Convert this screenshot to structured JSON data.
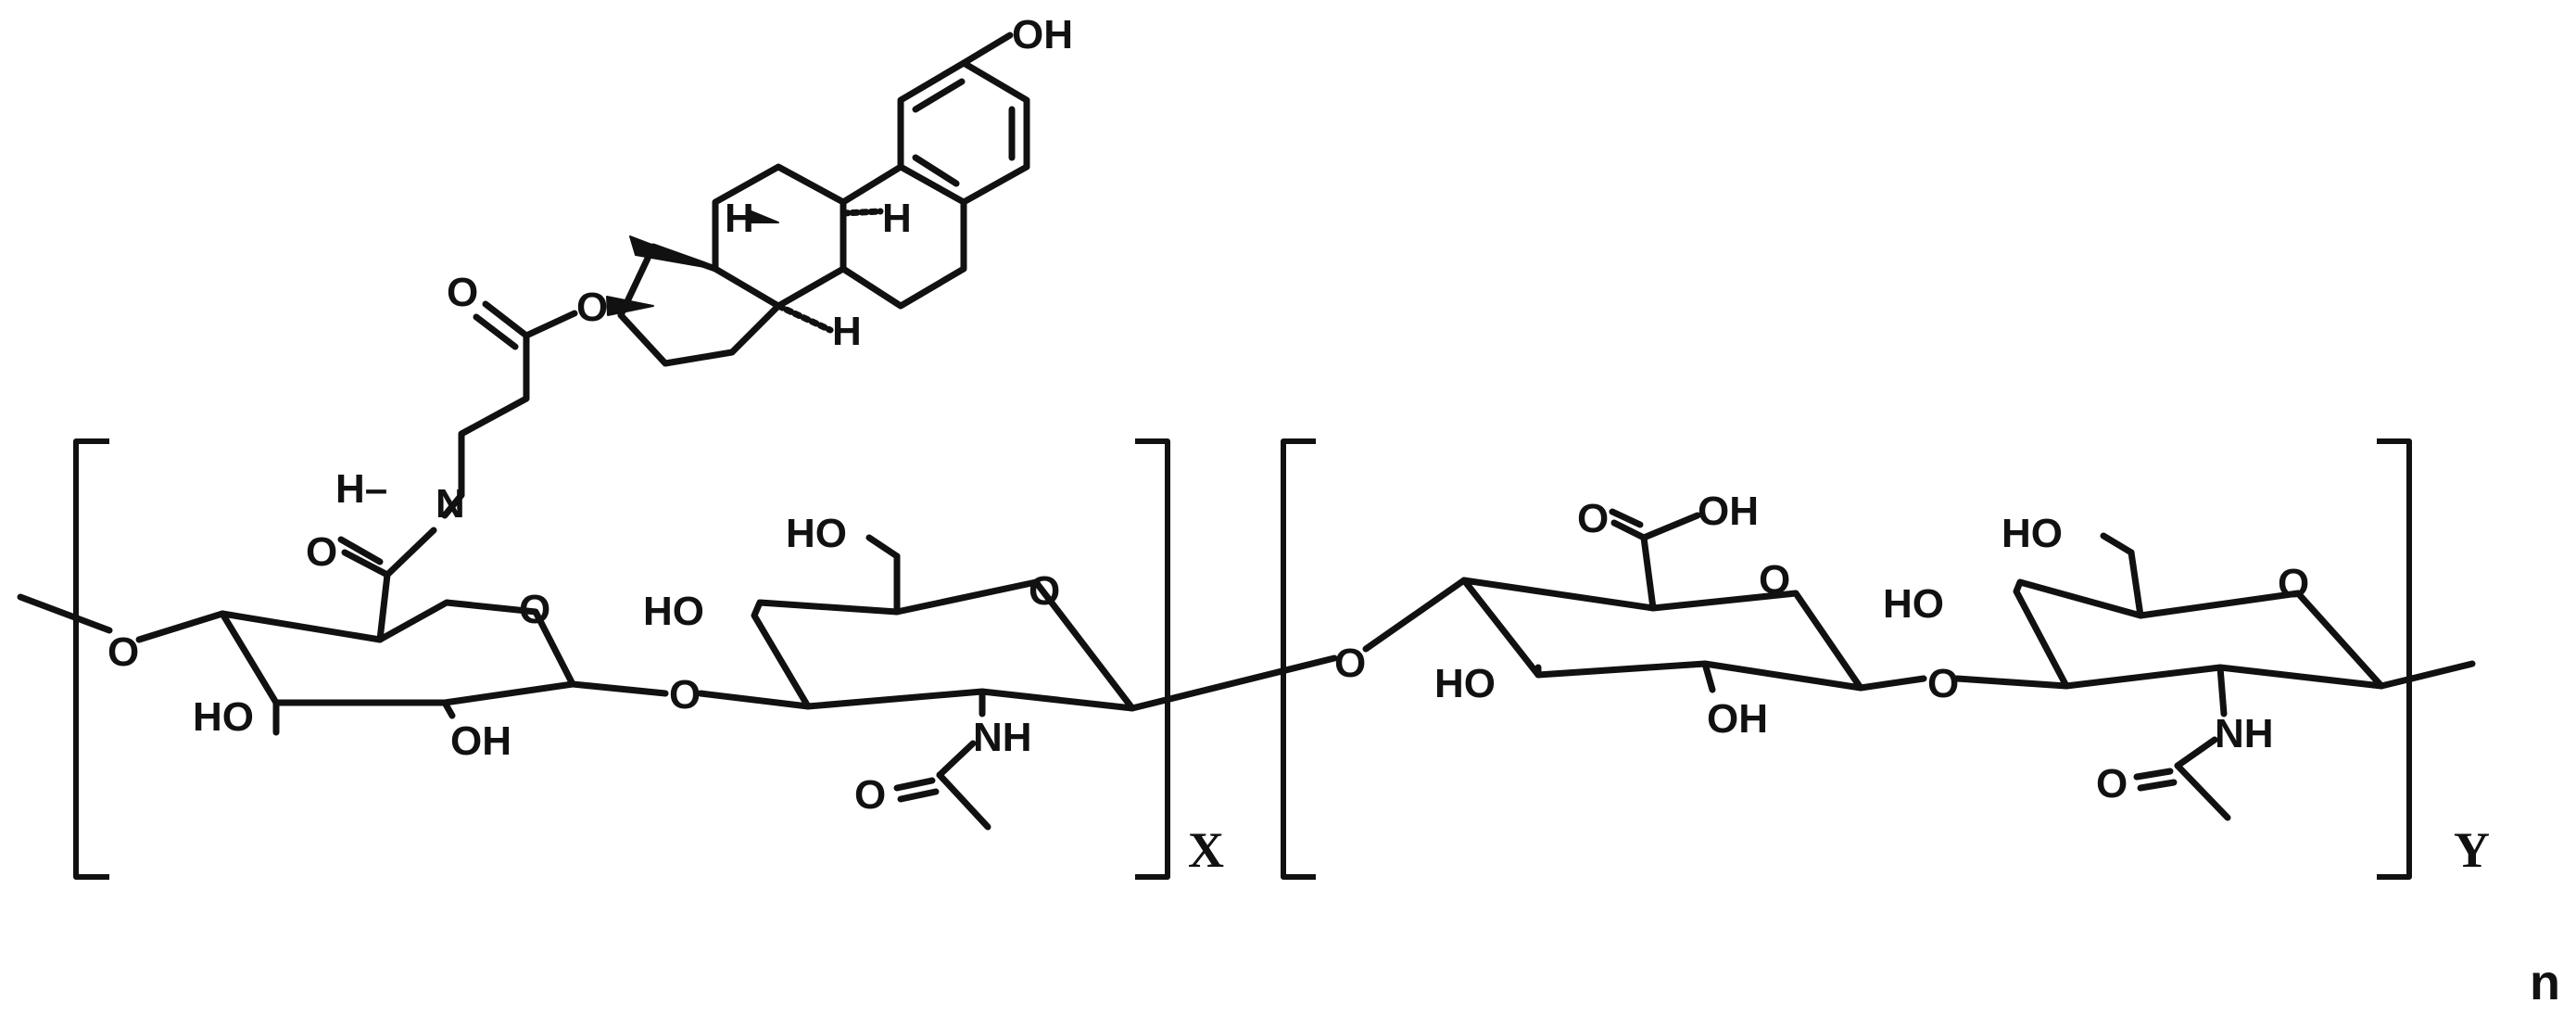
{
  "atoms": {
    "oh": "OH",
    "ho": "HO",
    "o": "O",
    "n": "N",
    "nh": "NH",
    "h": "H",
    "h_dash": "H–",
    "oh_spaced": "OH"
  },
  "labels": {
    "x": "X",
    "y": "Y",
    "n": "n"
  }
}
